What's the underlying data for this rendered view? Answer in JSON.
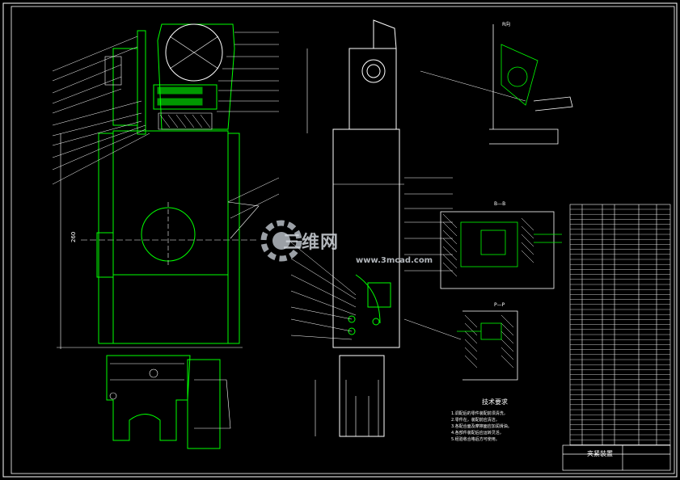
{
  "watermark": {
    "text": "三维网",
    "url": "www.3mcad.com"
  },
  "technical_requirements": {
    "title": "技术要求",
    "notes": [
      "1.调配后的零件装配前须清洗，",
      "2.零件在，装配前应清洁，",
      "3.各配合面及摩擦面应加润滑油。",
      "4.各部件装配后应运转灵活，",
      "5.经验收合格后方可使用。"
    ]
  },
  "dimensions": {
    "height": "260"
  },
  "section_labels": {
    "b": "B—B",
    "p": "P—P",
    "r_view": "R向"
  },
  "title_block": {
    "name": "夹紧装置"
  },
  "colors": {
    "line": "#00ff00",
    "part": "#ffffff",
    "dim": "#ff66ff",
    "accent": "#ffff00",
    "bg": "#000000"
  }
}
